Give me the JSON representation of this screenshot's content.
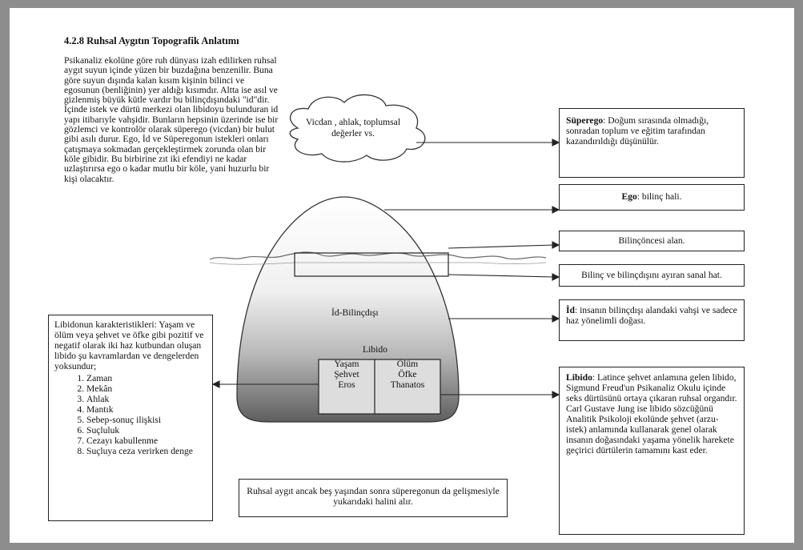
{
  "heading": "4.2.8 Ruhsal Aygıtın Topografik Anlatımı",
  "intro": "Psikanaliz ekolüne göre ruh dünyası izah edilirken ruhsal aygıt suyun içinde yüzen bir buzdağına benzenilir. Buna göre suyun dışında kalan kısım kişinin bilinci ve egosunun (benliğinin) yer aldığı kısımdır. Altta ise asıl ve gizlenmiş büyük kütle vardır bu bilinçdışındaki \"id\"dir. İçinde istek ve dürtü merkezi olan libidoyu bulunduran id yapı itibarıyle vahşidir. Bunların hepsinin üzerinde ise bir gözlemci ve kontrolör olarak süperego (vicdan) bir bulut gibi asılı durur. Ego, İd ve Süperegonun istekleri onları çatışmaya sokmadan gerçekleştirmek zorunda olan bir köle gibidir. Bu birbirine zıt iki efendiyi ne kadar uzlaştırırsa ego o kadar mutlu bir köle, yani huzurlu bir kişi olacaktır.",
  "cloud": "Vicdan , ahlak, toplumsal değerler vs.",
  "superego": {
    "term": "Süperego",
    "text": ": Doğum sırasında olmadığı, sonradan toplum ve eğitim tarafından kazandırıldığı düşünülür."
  },
  "ego": {
    "term": "Ego",
    "text": ": bilinç hali."
  },
  "bilinconcesi": "Bilinçöncesi alan.",
  "hat": "Bilinç ve bilinçdışını ayıran sanal hat.",
  "id": {
    "term": "İd",
    "text": ": insanın bilinçdışı alandaki vahşi ve sadece haz yönelimli doğası."
  },
  "libido_box": {
    "term": "Libido",
    "text": ": Latince şehvet anlamına gelen libido, Sigmund Freud'un Psikanaliz Okulu içinde seks dürtüsünü ortaya çıkaran ruhsal organdır. Carl Gustave Jung ise libido sözcüğünü Analitik Psikoloji ekolünde şehvet (arzu-istek) anlamında kullanarak genel olarak insanın doğasındaki yaşama yönelik harekete geçirici dürtülerin tamamını kast eder."
  },
  "libidonun": {
    "intro": "Libidonun karakteristikleri: Yaşam ve ölüm veya şehvet ve öfke gibi pozitif ve negatif olarak iki haz kutbundan oluşan libido şu kavramlardan ve dengelerden yoksundur;",
    "items": [
      "Zaman",
      "Mekân",
      "Ahlak",
      "Mantık",
      "Sebep-sonuç ilişkisi",
      "Suçluluk",
      "Cezayı kabullenme",
      "Suçluya ceza verirken denge"
    ]
  },
  "ruhsal": "Ruhsal aygıt ancak beş yaşından sonra süperegonun da gelişmesiyle yukarıdaki halini alır.",
  "diagram": {
    "id_label": "İd-Bilinçdışı",
    "libido_label": "Libido",
    "yasam": [
      "Yaşam",
      "Şehvet",
      "Eros"
    ],
    "olum": [
      "Ölüm",
      "Öfke",
      "Thanatos"
    ]
  }
}
